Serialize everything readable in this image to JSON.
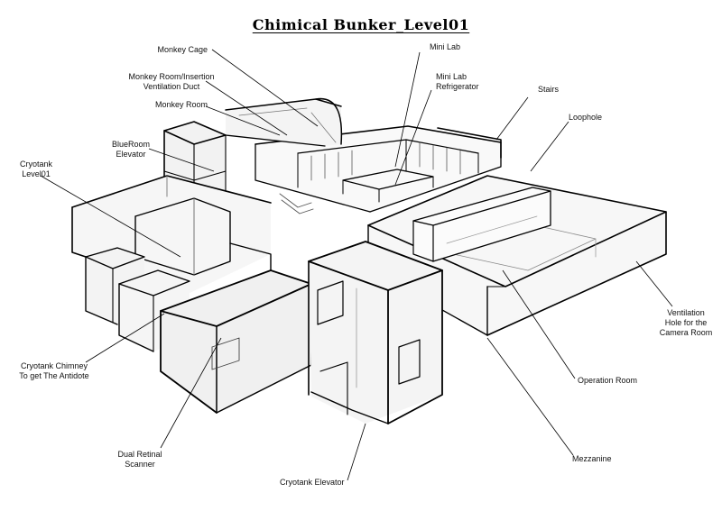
{
  "title": "Chimical Bunker_Level01",
  "labels": {
    "monkey_cage": "Monkey Cage",
    "monkey_room_duct_1": "Monkey Room/Insertion",
    "monkey_room_duct_2": "Ventilation Duct",
    "monkey_room": "Monkey Room",
    "blueroom_1": "BlueRoom",
    "blueroom_2": "Elevator",
    "cryotank_lvl_1": "Cryotank",
    "cryotank_lvl_2": "Level01",
    "cryotank_chimney_1": "Cryotank Chimney",
    "cryotank_chimney_2": "To get The Antidote",
    "dual_retinal_1": "Dual Retinal",
    "dual_retinal_2": "Scanner",
    "cryotank_elevator": "Cryotank Elevator",
    "mini_lab": "Mini Lab",
    "mini_lab_fridge_1": "Mini Lab",
    "mini_lab_fridge_2": "Refrigerator",
    "stairs": "Stairs",
    "loophole": "Loophole",
    "vent_hole_1": "Ventilation",
    "vent_hole_2": "Hole for the",
    "vent_hole_3": "Camera Room",
    "operation_room": "Operation Room",
    "mezzanine": "Mezzanine"
  }
}
